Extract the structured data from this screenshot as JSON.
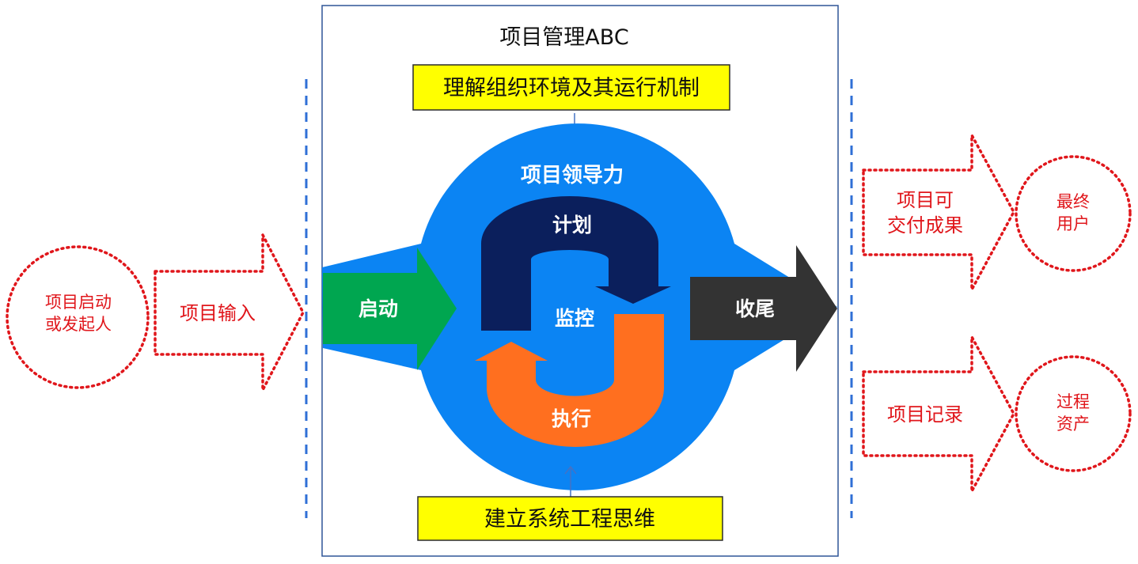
{
  "colors": {
    "frame": "#2f5597",
    "circle": "#0b84f3",
    "plan_arrow": "#0b1f5c",
    "execute_arrow": "#ff6f1f",
    "start_arrow": "#00a650",
    "close_arrow": "#333333",
    "dotted_red": "#e0161b",
    "dashed_blue": "#2f6fd6",
    "yellow_box": "#ffff00",
    "yellow_border": "#2b2b2b",
    "connector": "#4472c4"
  },
  "frame": {
    "title": "项目管理ABC"
  },
  "top_box": {
    "text": "理解组织环境及其运行机制"
  },
  "bottom_box": {
    "text": "建立系统工程思维"
  },
  "center": {
    "leadership": "项目领导力",
    "plan": "计划",
    "monitor": "监控",
    "execute": "执行",
    "start": "启动",
    "close": "收尾"
  },
  "left": {
    "initiator_line1": "项目启动",
    "initiator_line2": "或发起人",
    "input": "项目输入"
  },
  "right": {
    "deliverable_line1": "项目可",
    "deliverable_line2": "交付成果",
    "end_user_line1": "最终",
    "end_user_line2": "用户",
    "record": "项目记录",
    "process_asset_line1": "过程",
    "process_asset_line2": "资产"
  },
  "icons": {
    "down_connector": "arrow-down-icon",
    "up_connector": "arrow-up-icon"
  }
}
